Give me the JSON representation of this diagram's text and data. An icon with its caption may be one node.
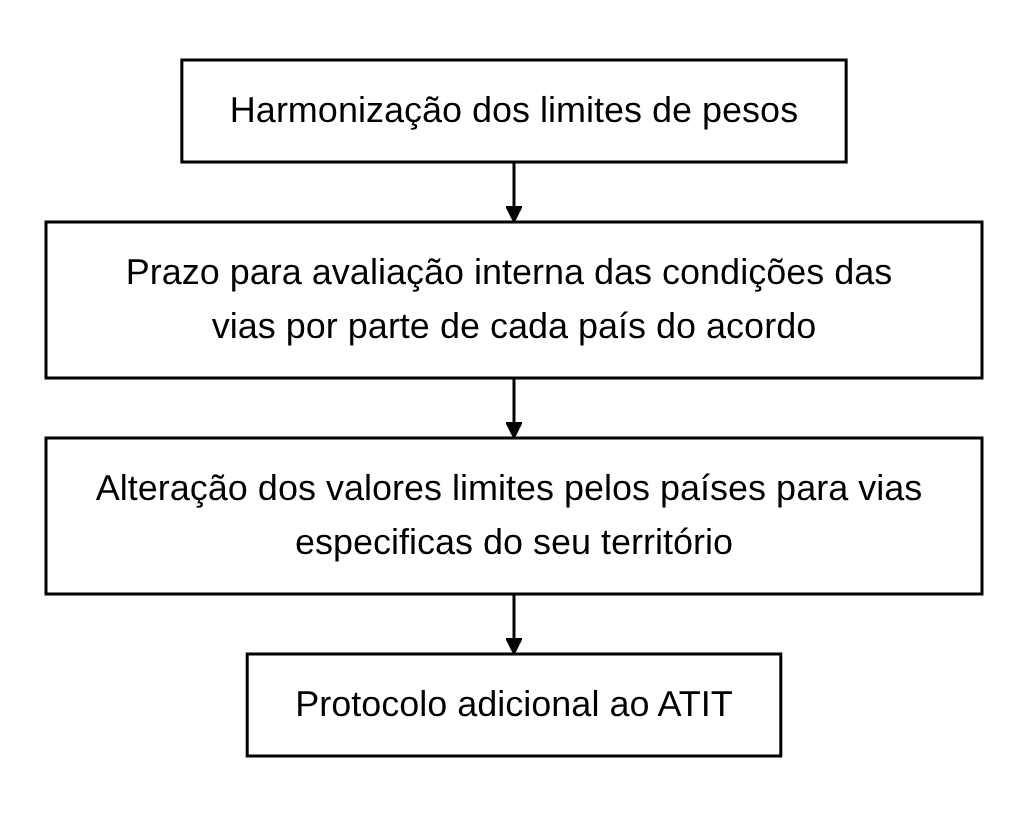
{
  "diagram": {
    "nodes": [
      {
        "text": [
          "Harmonização dos limites de pesos"
        ]
      },
      {
        "text": [
          "Prazo para avaliação interna das condições das vias por parte de cada país do acordo"
        ]
      },
      {
        "text": [
          "Alteração dos valores limites pelos países para vias especificas do seu território"
        ]
      },
      {
        "text": [
          "Protocolo adicional ao ATIT"
        ]
      }
    ],
    "edges": [
      {
        "from": 0,
        "to": 1,
        "arrow": "to"
      },
      {
        "from": 1,
        "to": 2,
        "arrow": "to"
      },
      {
        "from": 2,
        "to": 3,
        "arrow": "to"
      }
    ]
  }
}
